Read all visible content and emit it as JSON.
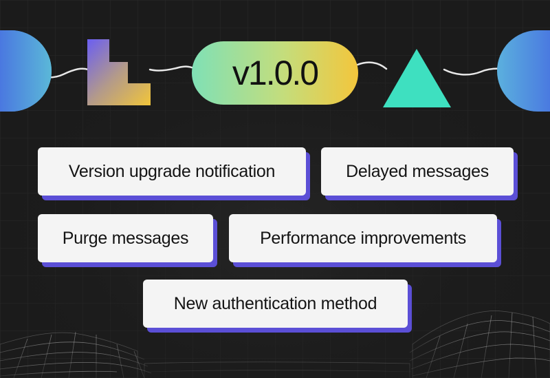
{
  "version": "v1.0.0",
  "features": [
    "Version upgrade notification",
    "Delayed messages",
    "Purge messages",
    "Performance improvements",
    "New authentication method"
  ],
  "colors": {
    "background": "#1b1b1b",
    "tag_background": "#f4f4f4",
    "tag_shadow": "#5b4fd6",
    "triangle": "#3ee0c0",
    "semicircle": "#5b9fe6"
  },
  "icons": [
    "left-semicircle-shape",
    "l-block-shape",
    "triangle-shape",
    "right-semicircle-shape",
    "wavy-line",
    "wireframe-terrain"
  ]
}
